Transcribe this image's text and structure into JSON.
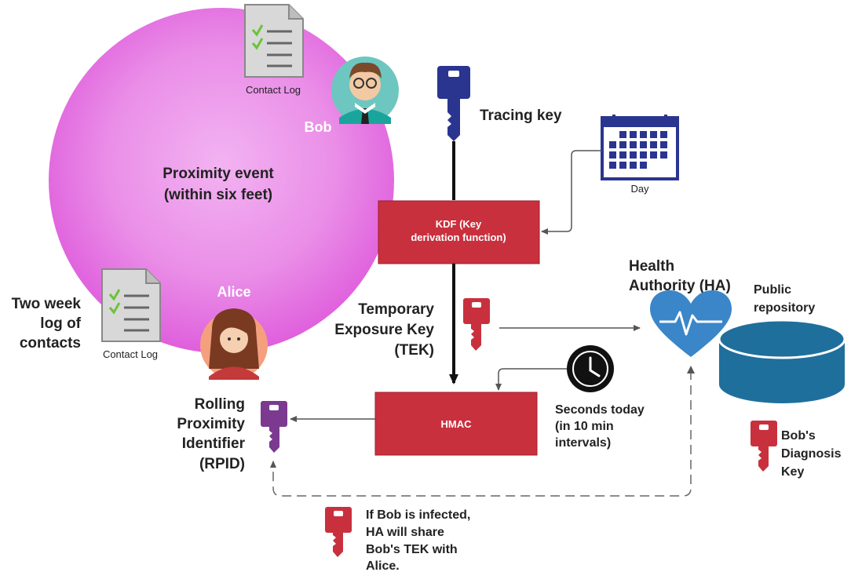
{
  "circle": {
    "label_line1": "Proximity event",
    "label_line2": "(within six feet)",
    "color": "#e87be6"
  },
  "people": {
    "bob": "Bob",
    "alice": "Alice"
  },
  "contact_log": {
    "top_label": "Contact Log",
    "left_label": "Contact Log"
  },
  "two_week_log": [
    "Two week",
    "log of",
    "contacts"
  ],
  "tracing_key": "Tracing key",
  "calendar_label": "Day",
  "kdf_box": [
    "KDF (Key",
    "derivation function)"
  ],
  "tek_label": [
    "Temporary",
    "Exposure Key",
    "(TEK)"
  ],
  "hmac_box": "HMAC",
  "clock_label": [
    "Seconds today",
    "(in 10 min",
    "intervals)"
  ],
  "rpid_label": [
    "Rolling",
    "Proximity",
    "Identifier",
    "(RPID)"
  ],
  "health_authority": [
    "Health",
    "Authority (HA)"
  ],
  "public_repository": [
    "Public",
    "repository"
  ],
  "diagnosis_key": [
    "Bob's",
    "Diagnosis",
    "Key"
  ],
  "infected_note": [
    "If Bob is infected,",
    "HA will share",
    "Bob's TEK with",
    "Alice."
  ],
  "colors": {
    "red": "#c9303e",
    "navy": "#2a3590",
    "purple": "#7b3a8f",
    "heart_blue": "#3a86c8",
    "repository_blue": "#1f6f9c"
  }
}
